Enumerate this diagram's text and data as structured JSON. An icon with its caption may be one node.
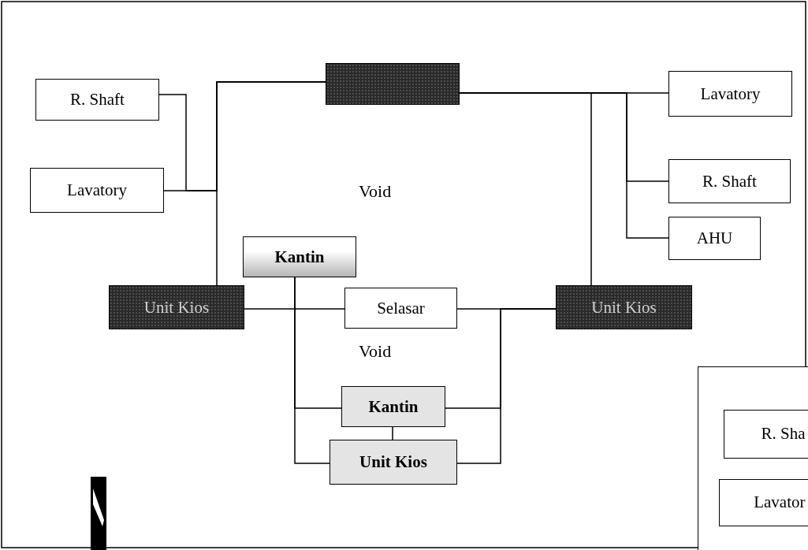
{
  "diagram": {
    "nodes": [
      {
        "text": [],
        "shape": "box"
      },
      {
        "text": [
          "R. Shaft"
        ]
      },
      {
        "text": [
          "Lavatory"
        ]
      },
      {
        "text": [
          "Lavatory"
        ]
      },
      {
        "text": [
          "R. Shaft"
        ]
      },
      {
        "text": [
          "AHU"
        ]
      },
      {
        "text": [
          "Kantin"
        ]
      },
      {
        "text": [
          "Unit Kios"
        ]
      },
      {
        "text": [
          "Selasar"
        ]
      },
      {
        "text": [
          "Unit Kios"
        ]
      },
      {
        "text": [
          "Kantin"
        ]
      },
      {
        "text": [
          "Unit Kios"
        ]
      },
      {
        "text": [],
        "shape": "box"
      },
      {
        "text": [
          "R. Sha"
        ],
        "in": 12
      },
      {
        "text": [
          "Lavator"
        ],
        "in": 12
      }
    ],
    "edges": [
      {
        "from": 0,
        "to": 7,
        "arrow": "none"
      },
      {
        "from": 1,
        "to": 0,
        "arrow": "none"
      },
      {
        "from": 2,
        "to": 0,
        "arrow": "none"
      },
      {
        "from": 0,
        "to": 9,
        "arrow": "none"
      },
      {
        "from": 3,
        "to": 0,
        "arrow": "none"
      },
      {
        "from": 4,
        "to": 0,
        "arrow": "none"
      },
      {
        "from": 5,
        "to": 0,
        "arrow": "none"
      },
      {
        "from": 7,
        "to": 8,
        "arrow": "none"
      },
      {
        "from": 8,
        "to": 9,
        "arrow": "none"
      },
      {
        "from": 6,
        "to": 10,
        "arrow": "none"
      },
      {
        "from": 6,
        "to": 11,
        "arrow": "none"
      },
      {
        "from": 10,
        "to": 11,
        "arrow": "none"
      },
      {
        "from": 10,
        "to": 9,
        "arrow": "none"
      },
      {
        "from": 11,
        "to": 9,
        "arrow": "none"
      }
    ],
    "labels": [
      "Void",
      "Void"
    ]
  }
}
